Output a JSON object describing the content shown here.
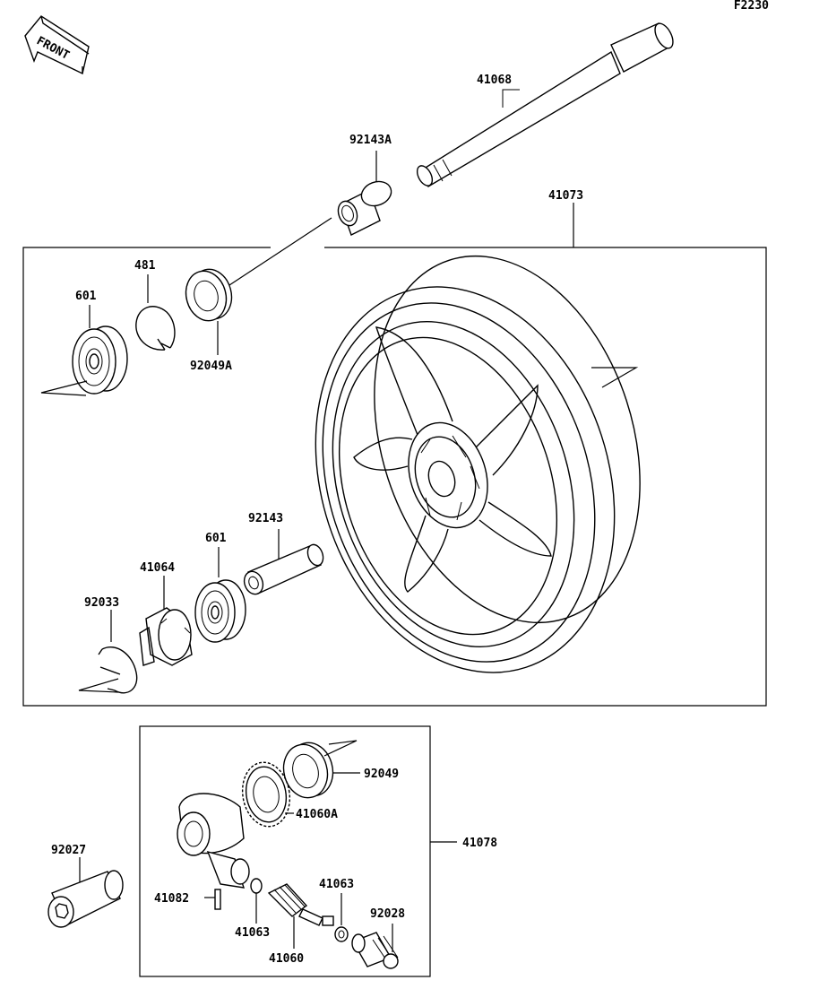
{
  "figure_code": "F2230",
  "front_badge": "FRONT",
  "labels": {
    "p41068": "41068",
    "p92143A": "92143A",
    "p41073": "41073",
    "p481": "481",
    "p601_top": "601",
    "p92049A": "92049A",
    "p92143": "92143",
    "p601_bottom": "601",
    "p41064": "41064",
    "p92033": "92033",
    "p92049": "92049",
    "p41060A": "41060A",
    "p41078": "41078",
    "p92027": "92027",
    "p41082": "41082",
    "p41063_left": "41063",
    "p41063_right": "41063",
    "p92028": "92028",
    "p41060": "41060"
  }
}
